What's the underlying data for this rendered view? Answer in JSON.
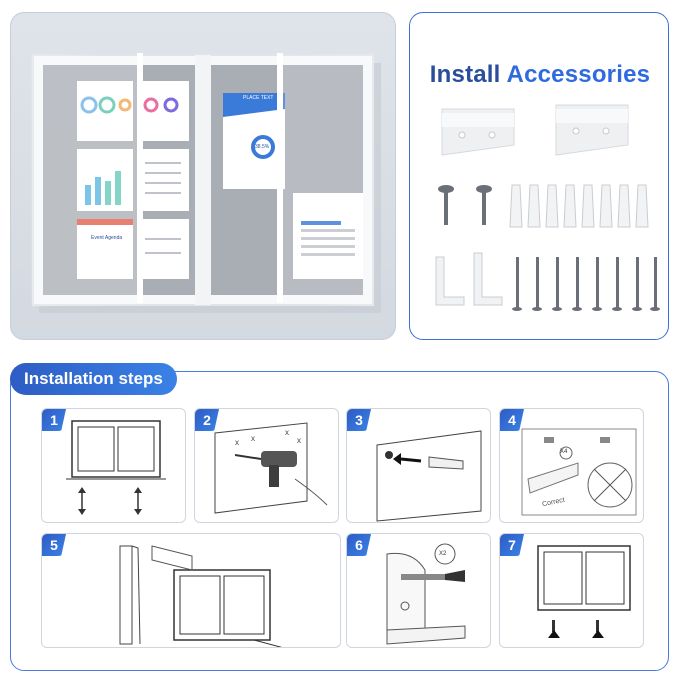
{
  "accessories": {
    "title_part1": "Install",
    "title_part2": "Accessories"
  },
  "photo": {
    "poster_header": "PLACE TEXT",
    "poster_percent": "38.5%",
    "card_title": "Event Agenda"
  },
  "steps": {
    "title": "Installation steps",
    "items": [
      {
        "number": "1"
      },
      {
        "number": "2"
      },
      {
        "number": "3"
      },
      {
        "number": "4",
        "badge": "X4",
        "correct_label": "Correct"
      },
      {
        "number": "5"
      },
      {
        "number": "6",
        "badge": "X2"
      },
      {
        "number": "7"
      }
    ]
  },
  "colors": {
    "brand_blue": "#2f6ae0",
    "title_dark_blue": "#2a4d9c",
    "frame": "#ffffff",
    "felt_gray": "#a9aeb5"
  }
}
